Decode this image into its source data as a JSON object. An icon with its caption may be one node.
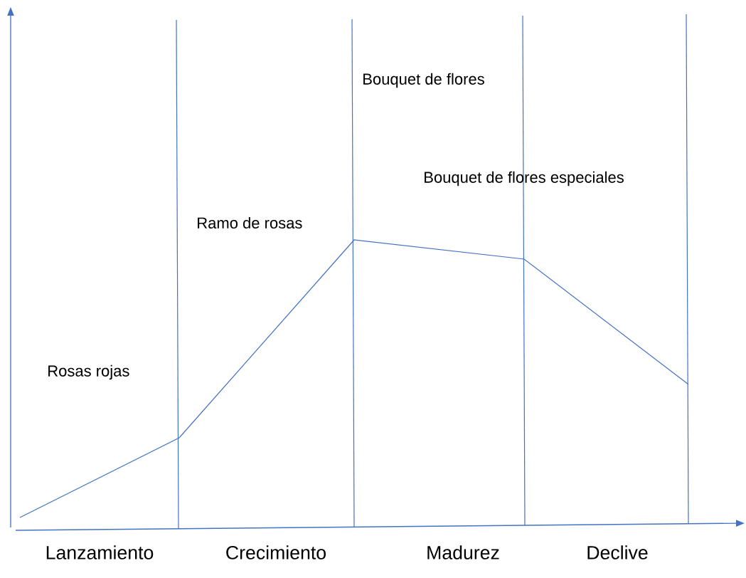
{
  "diagram": {
    "labels": [
      "Bouquet de flores",
      "Bouquet de flores especiales",
      "Ramo de rosas",
      "Rosas rojas",
      "Lanzamiento",
      "Crecimiento",
      "Madurez",
      "Declive"
    ]
  }
}
